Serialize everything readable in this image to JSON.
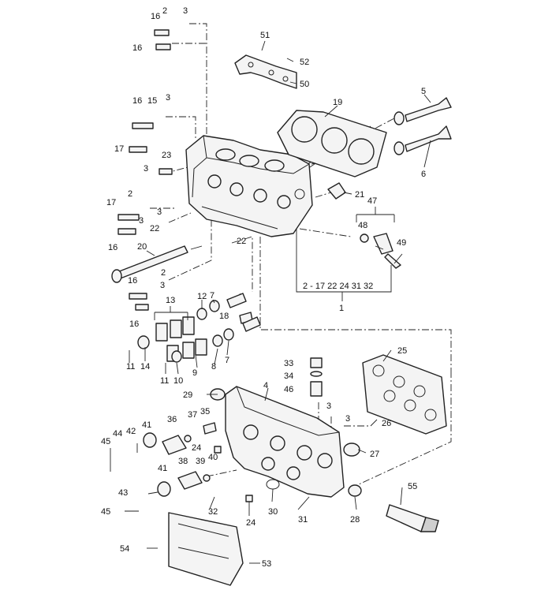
{
  "callouts": {
    "c1": "1",
    "c2": "2",
    "c3": "3",
    "c4": "4",
    "c5": "5",
    "c6": "6",
    "c7": "7",
    "c8": "8",
    "c9": "9",
    "c10": "10",
    "c11": "11",
    "c12": "12",
    "c13": "13",
    "c14": "14",
    "c15": "15",
    "c16": "16",
    "c17": "17",
    "c18": "18",
    "c19": "19",
    "c20": "20",
    "c21": "21",
    "c22": "22",
    "c23": "23",
    "c24": "24",
    "c25": "25",
    "c26": "26",
    "c27": "27",
    "c28": "28",
    "c29": "29",
    "c30": "30",
    "c31": "31",
    "c32": "32",
    "c33": "33",
    "c34": "34",
    "c35": "35",
    "c36": "36",
    "c37": "37",
    "c38": "38",
    "c39": "39",
    "c40": "40",
    "c41": "41",
    "c42": "42",
    "c43": "43",
    "c44": "44",
    "c45": "45",
    "c46": "46",
    "c47": "47",
    "c48": "48",
    "c49": "49",
    "c50": "50",
    "c51": "51",
    "c52": "52",
    "c53": "53",
    "c54": "54",
    "c55": "55"
  },
  "group_label": "2 - 17  22  24  31  32"
}
